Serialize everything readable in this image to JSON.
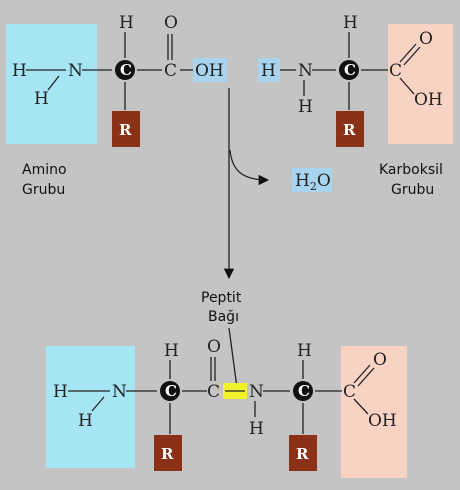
{
  "colors": {
    "background": "#c4c4c4",
    "amino_box": "#a6e6f4",
    "carboxyl_box": "#f8d3c3",
    "r_group": "#8a3118",
    "highlight": "#a9d4f0",
    "peptide_bond": "#f2f22c",
    "alpha_carbon": "#111111"
  },
  "labels": {
    "amino_group": [
      "Amino",
      "Grubu"
    ],
    "carboxyl_group": [
      "Karboksil",
      "Grubu"
    ],
    "peptide_bond": [
      "Peptit",
      "Bağı"
    ],
    "water": "H2O"
  },
  "atoms": {
    "hydrogen": "H",
    "nitrogen": "N",
    "alpha_carbon": "C",
    "carbon": "C",
    "oxygen": "O",
    "hydroxyl": "OH",
    "side_chain": "R"
  }
}
